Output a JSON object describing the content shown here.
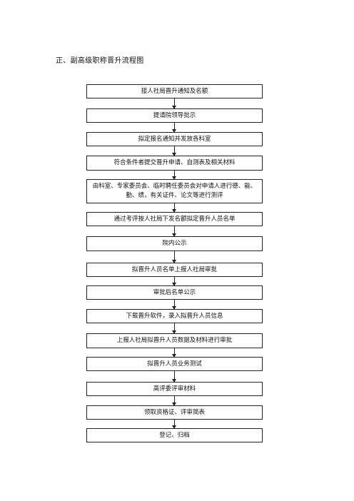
{
  "page_title": "正、副高级职称晋升流程图",
  "steps": [
    "接人社局晋升通知及名额",
    "提请院领导批示",
    "拟定报名通知并发放各科室",
    "符合条件者提交晋升申请、自测表及相关材料",
    "由科室、专家委员会、临时聘任委员会对申请人进行德、能、勤、绩，有关证件、论文等进行测评",
    "通过考评按人社局下发名额拟定晋升人员名单",
    "院内公示",
    "拟晋升人员名单上报人社局审批",
    "审批后名单公示",
    "下载晋升软件，录入拟晋升人员信息",
    "上报人社局拟晋升人员数据及材料进行审批",
    "拟晋升人员业务测试",
    "高评委评审材料",
    "领取资格证、评审简表",
    "登记、归档"
  ]
}
